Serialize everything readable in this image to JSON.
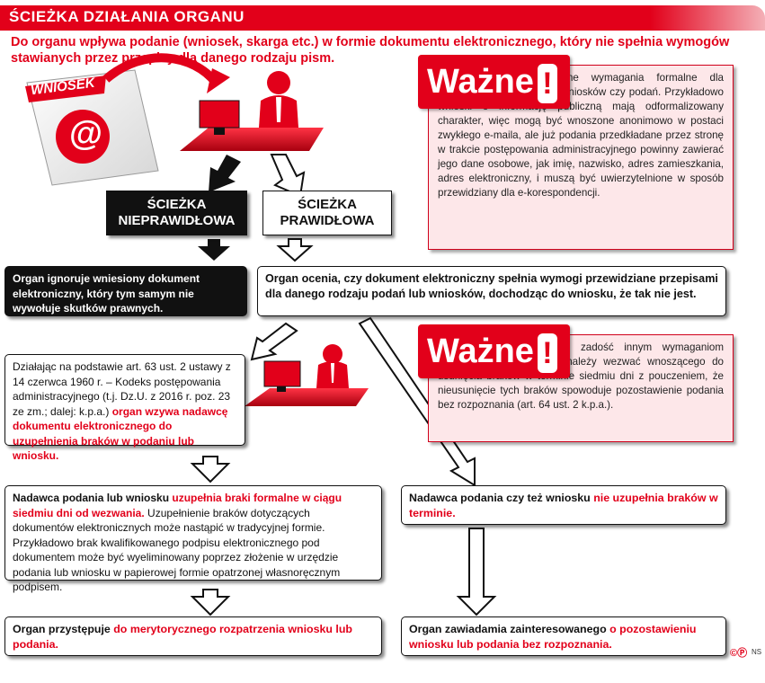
{
  "header": {
    "title": "ŚCIEŻKA DZIAŁANIA ORGANU",
    "lead": "Do organu wpływa podanie (wniosek, skarga etc.) w formie dokumentu elektronicznego, który nie spełnia wymogów stawianych przez przepisy dla danego rodzaju pism."
  },
  "illustration": {
    "document_label": "WNIOSEK",
    "at_symbol": "@"
  },
  "paths": {
    "incorrect_label": "ŚCIEŻKA NIEPRAWIDŁOWA",
    "correct_label": "ŚCIEŻKA PRAWIDŁOWA"
  },
  "boxes": {
    "ignore": "Organ ignoruje wniesiony dokument elektroniczny, który tym samym nie wywołuje skutków prawnych.",
    "assess": "Organ ocenia, czy dokument elektroniczny spełnia wymogi przewidziane przepisami dla danego rodzaju podań lub wniosków, dochodząc do wniosku, że tak nie jest.",
    "call_plain": "Działając na podstawie art. 63 ust. 2 ustawy z 14 czerwca 1960 r. – Kodeks postępowania administracyjnego (t.j. Dz.U. z 2016 r. poz. 23 ze zm.; dalej: k.p.a.) ",
    "call_red": "organ wzywa nadawcę dokumentu elektronicznego do uzupełnienia braków w podaniu lub wniosku.",
    "fill_lead": "Nadawca podania lub wniosku ",
    "fill_red": "uzupełnia braki formalne w ciągu siedmiu dni od wezwania.",
    "fill_rest": " Uzupełnienie braków dotyczących dokumentów elektronicznych może nastąpić w tradycyjnej formie. Przykładowo brak kwalifikowanego podpisu elektronicznego pod dokumentem może być wyeliminowany poprzez złożenie w urzędzie podania lub wniosku w papierowej formie opatrzonej własnoręcznym podpisem.",
    "nofill_lead": "Nadawca podania czy też wniosku ",
    "nofill_red": "nie uzupełnia braków w terminie.",
    "merit_lead": "Organ przystępuje ",
    "merit_red": "do merytorycznego rozpatrzenia wniosku lub podania.",
    "leave_lead": "Organ zawiadamia zainteresowanego ",
    "leave_red": "o pozostawieniu wniosku lub podania bez rozpoznania."
  },
  "notes": {
    "badge": "Ważne",
    "bang": "!",
    "note1": "Przepisy przewidują różne wymagania formalne dla poszczególnych rodzajów wniosków czy podań. Przykładowo wnioski o informację publiczną mają odformalizowany charakter, więc mogą być wnoszone anonimowo w postaci zwykłego e-maila, ale już podania przedkładane przez stronę w trakcie postępowania administracyjnego powinny zawierać jego dane osobowe, jak imię, nazwisko, adres zamieszkania, adres elektroniczny, i muszą być uwierzytelnione w sposób przewidziany dla e-korespondencji.",
    "note2": "Jeżeli podanie nie czyni zadość innym wymaganiom ustalonym w przepisach, należy wezwać wnoszącego do usunięcia braków w terminie siedmiu dni z pouczeniem, że nieusunięcie tych braków spowoduje pozostawienie podania bez rozpoznania (art. 64 ust. 2 k.p.a.)."
  },
  "credit": {
    "symbol": "©Ⓟ",
    "initials": "NS"
  },
  "colors": {
    "brand_red": "#e2001a",
    "note_bg": "#fde7e9",
    "black": "#111111"
  }
}
